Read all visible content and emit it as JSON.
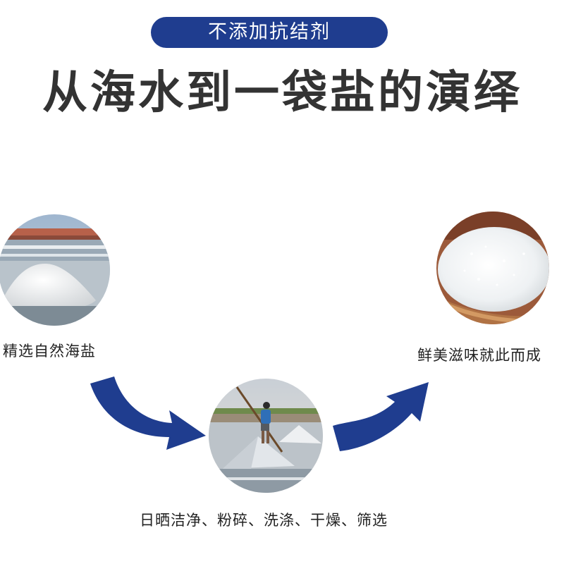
{
  "badge": {
    "text": "不添加抗结剂"
  },
  "headline": {
    "text": "从海水到一袋盐的演绎"
  },
  "steps": [
    {
      "caption": "精选自然海盐",
      "image": "sea-salt-pile-photo"
    },
    {
      "caption": "日晒洁净、粉碎、洗涤、干燥、筛选",
      "image": "salt-worker-photo"
    },
    {
      "caption": "鲜美滋味就此而成",
      "image": "salt-crystals-photo"
    }
  ],
  "colors": {
    "badge": "#1f3d8f",
    "arrow": "#1f3d8f",
    "headline": "#333333"
  },
  "arrows": [
    {
      "icon": "curved-arrow-down-right-icon"
    },
    {
      "icon": "curved-arrow-up-right-icon"
    }
  ]
}
